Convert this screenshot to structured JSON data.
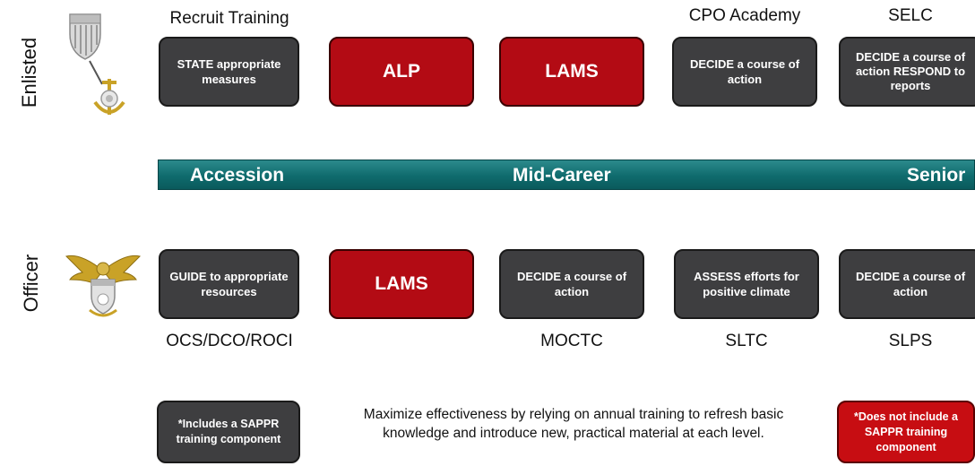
{
  "rows": {
    "enlisted": "Enlisted",
    "officer": "Officer"
  },
  "enlisted": {
    "top_labels": [
      "Recruit Training",
      "CPO Academy",
      "SELC"
    ],
    "boxes": [
      "STATE appropriate measures",
      "ALP",
      "LAMS",
      "DECIDE a course of action",
      "DECIDE a course of action RESPOND to reports"
    ]
  },
  "band": {
    "accession": "Accession",
    "mid_career": "Mid-Career",
    "senior": "Senior"
  },
  "officer": {
    "boxes": [
      "GUIDE to appropriate resources",
      "LAMS",
      "DECIDE a course of action",
      "ASSESS efforts for positive climate",
      "DECIDE a course of action"
    ],
    "bottom_labels": [
      "OCS/DCO/ROCI",
      "MOCTC",
      "SLTC",
      "SLPS"
    ]
  },
  "legend": {
    "includes": "*Includes a SAPPR training component",
    "excludes": "*Does not include a SAPPR training component"
  },
  "note": "Maximize effectiveness by relying on annual training to refresh basic knowledge and introduce new, practical material at each level.",
  "colors": {
    "box_gray": "#3e3e40",
    "box_red": "#b30b14",
    "band_teal": "#0f6b6d"
  },
  "icons": {
    "enlisted": "enlisted-insignia-icon",
    "officer": "officer-eagle-insignia-icon"
  }
}
